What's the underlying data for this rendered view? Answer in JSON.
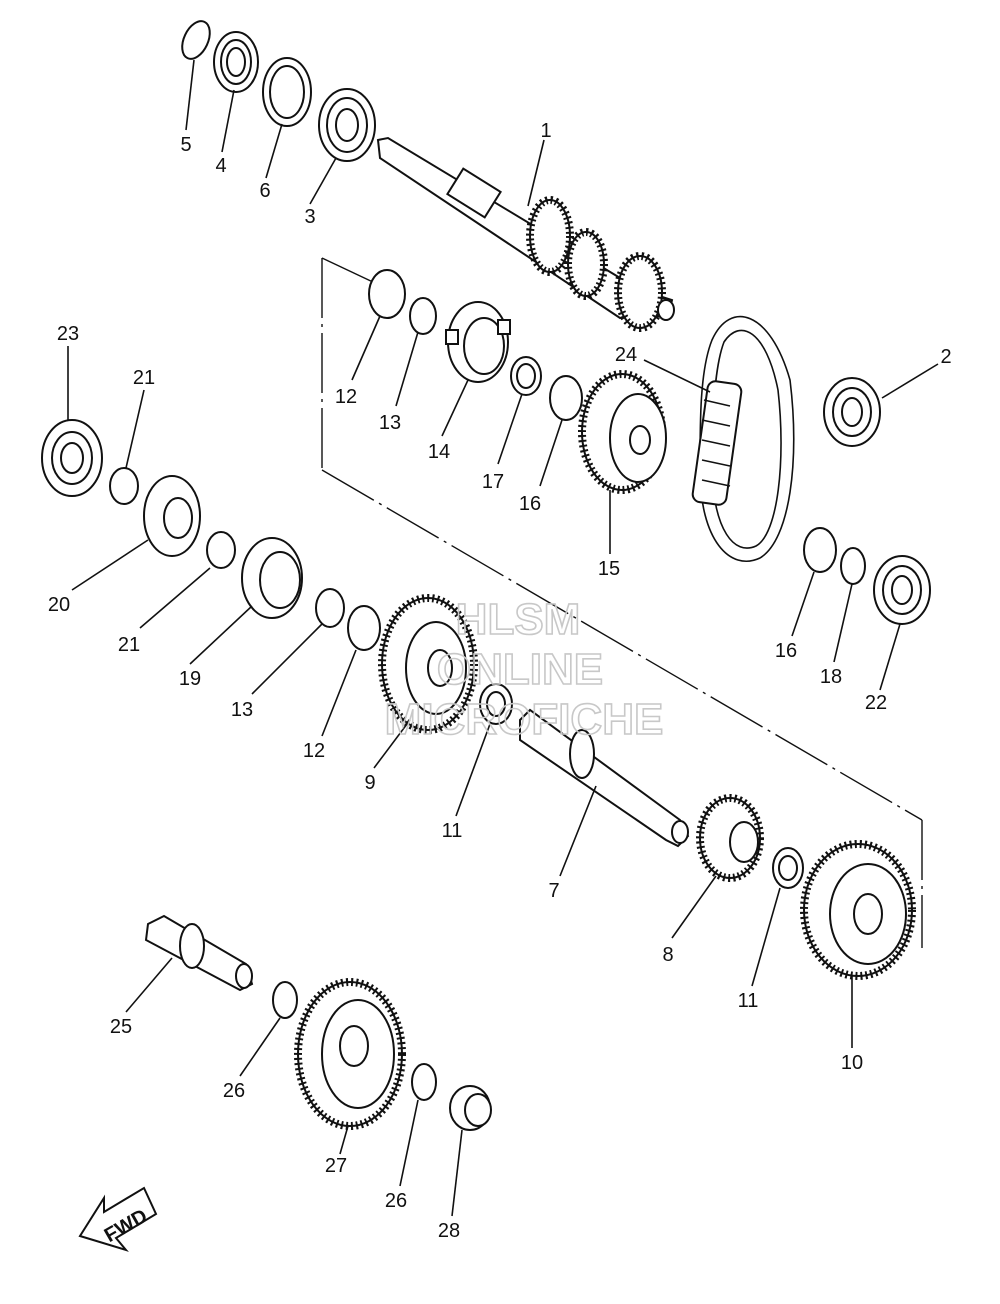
{
  "callouts": [
    {
      "id": "c5",
      "text": "5"
    },
    {
      "id": "c4",
      "text": "4"
    },
    {
      "id": "c6",
      "text": "6"
    },
    {
      "id": "c3",
      "text": "3"
    },
    {
      "id": "c1",
      "text": "1"
    },
    {
      "id": "c2",
      "text": "2"
    },
    {
      "id": "c24",
      "text": "24"
    },
    {
      "id": "c12a",
      "text": "12"
    },
    {
      "id": "c13a",
      "text": "13"
    },
    {
      "id": "c14",
      "text": "14"
    },
    {
      "id": "c17",
      "text": "17"
    },
    {
      "id": "c16a",
      "text": "16"
    },
    {
      "id": "c15",
      "text": "15"
    },
    {
      "id": "c23",
      "text": "23"
    },
    {
      "id": "c21a",
      "text": "21"
    },
    {
      "id": "c20",
      "text": "20"
    },
    {
      "id": "c21b",
      "text": "21"
    },
    {
      "id": "c19",
      "text": "19"
    },
    {
      "id": "c13b",
      "text": "13"
    },
    {
      "id": "c12b",
      "text": "12"
    },
    {
      "id": "c9",
      "text": "9"
    },
    {
      "id": "c11a",
      "text": "11"
    },
    {
      "id": "c7",
      "text": "7"
    },
    {
      "id": "c16b",
      "text": "16"
    },
    {
      "id": "c18",
      "text": "18"
    },
    {
      "id": "c22",
      "text": "22"
    },
    {
      "id": "c8",
      "text": "8"
    },
    {
      "id": "c11b",
      "text": "11"
    },
    {
      "id": "c10",
      "text": "10"
    },
    {
      "id": "c25",
      "text": "25"
    },
    {
      "id": "c26a",
      "text": "26"
    },
    {
      "id": "c27",
      "text": "27"
    },
    {
      "id": "c26b",
      "text": "26"
    },
    {
      "id": "c28",
      "text": "28"
    }
  ],
  "watermark": {
    "line1": "HLSM",
    "line2": "ONLINE",
    "line3": "MICROFICHE"
  },
  "fwd_arrow": {
    "label": "FWD"
  }
}
